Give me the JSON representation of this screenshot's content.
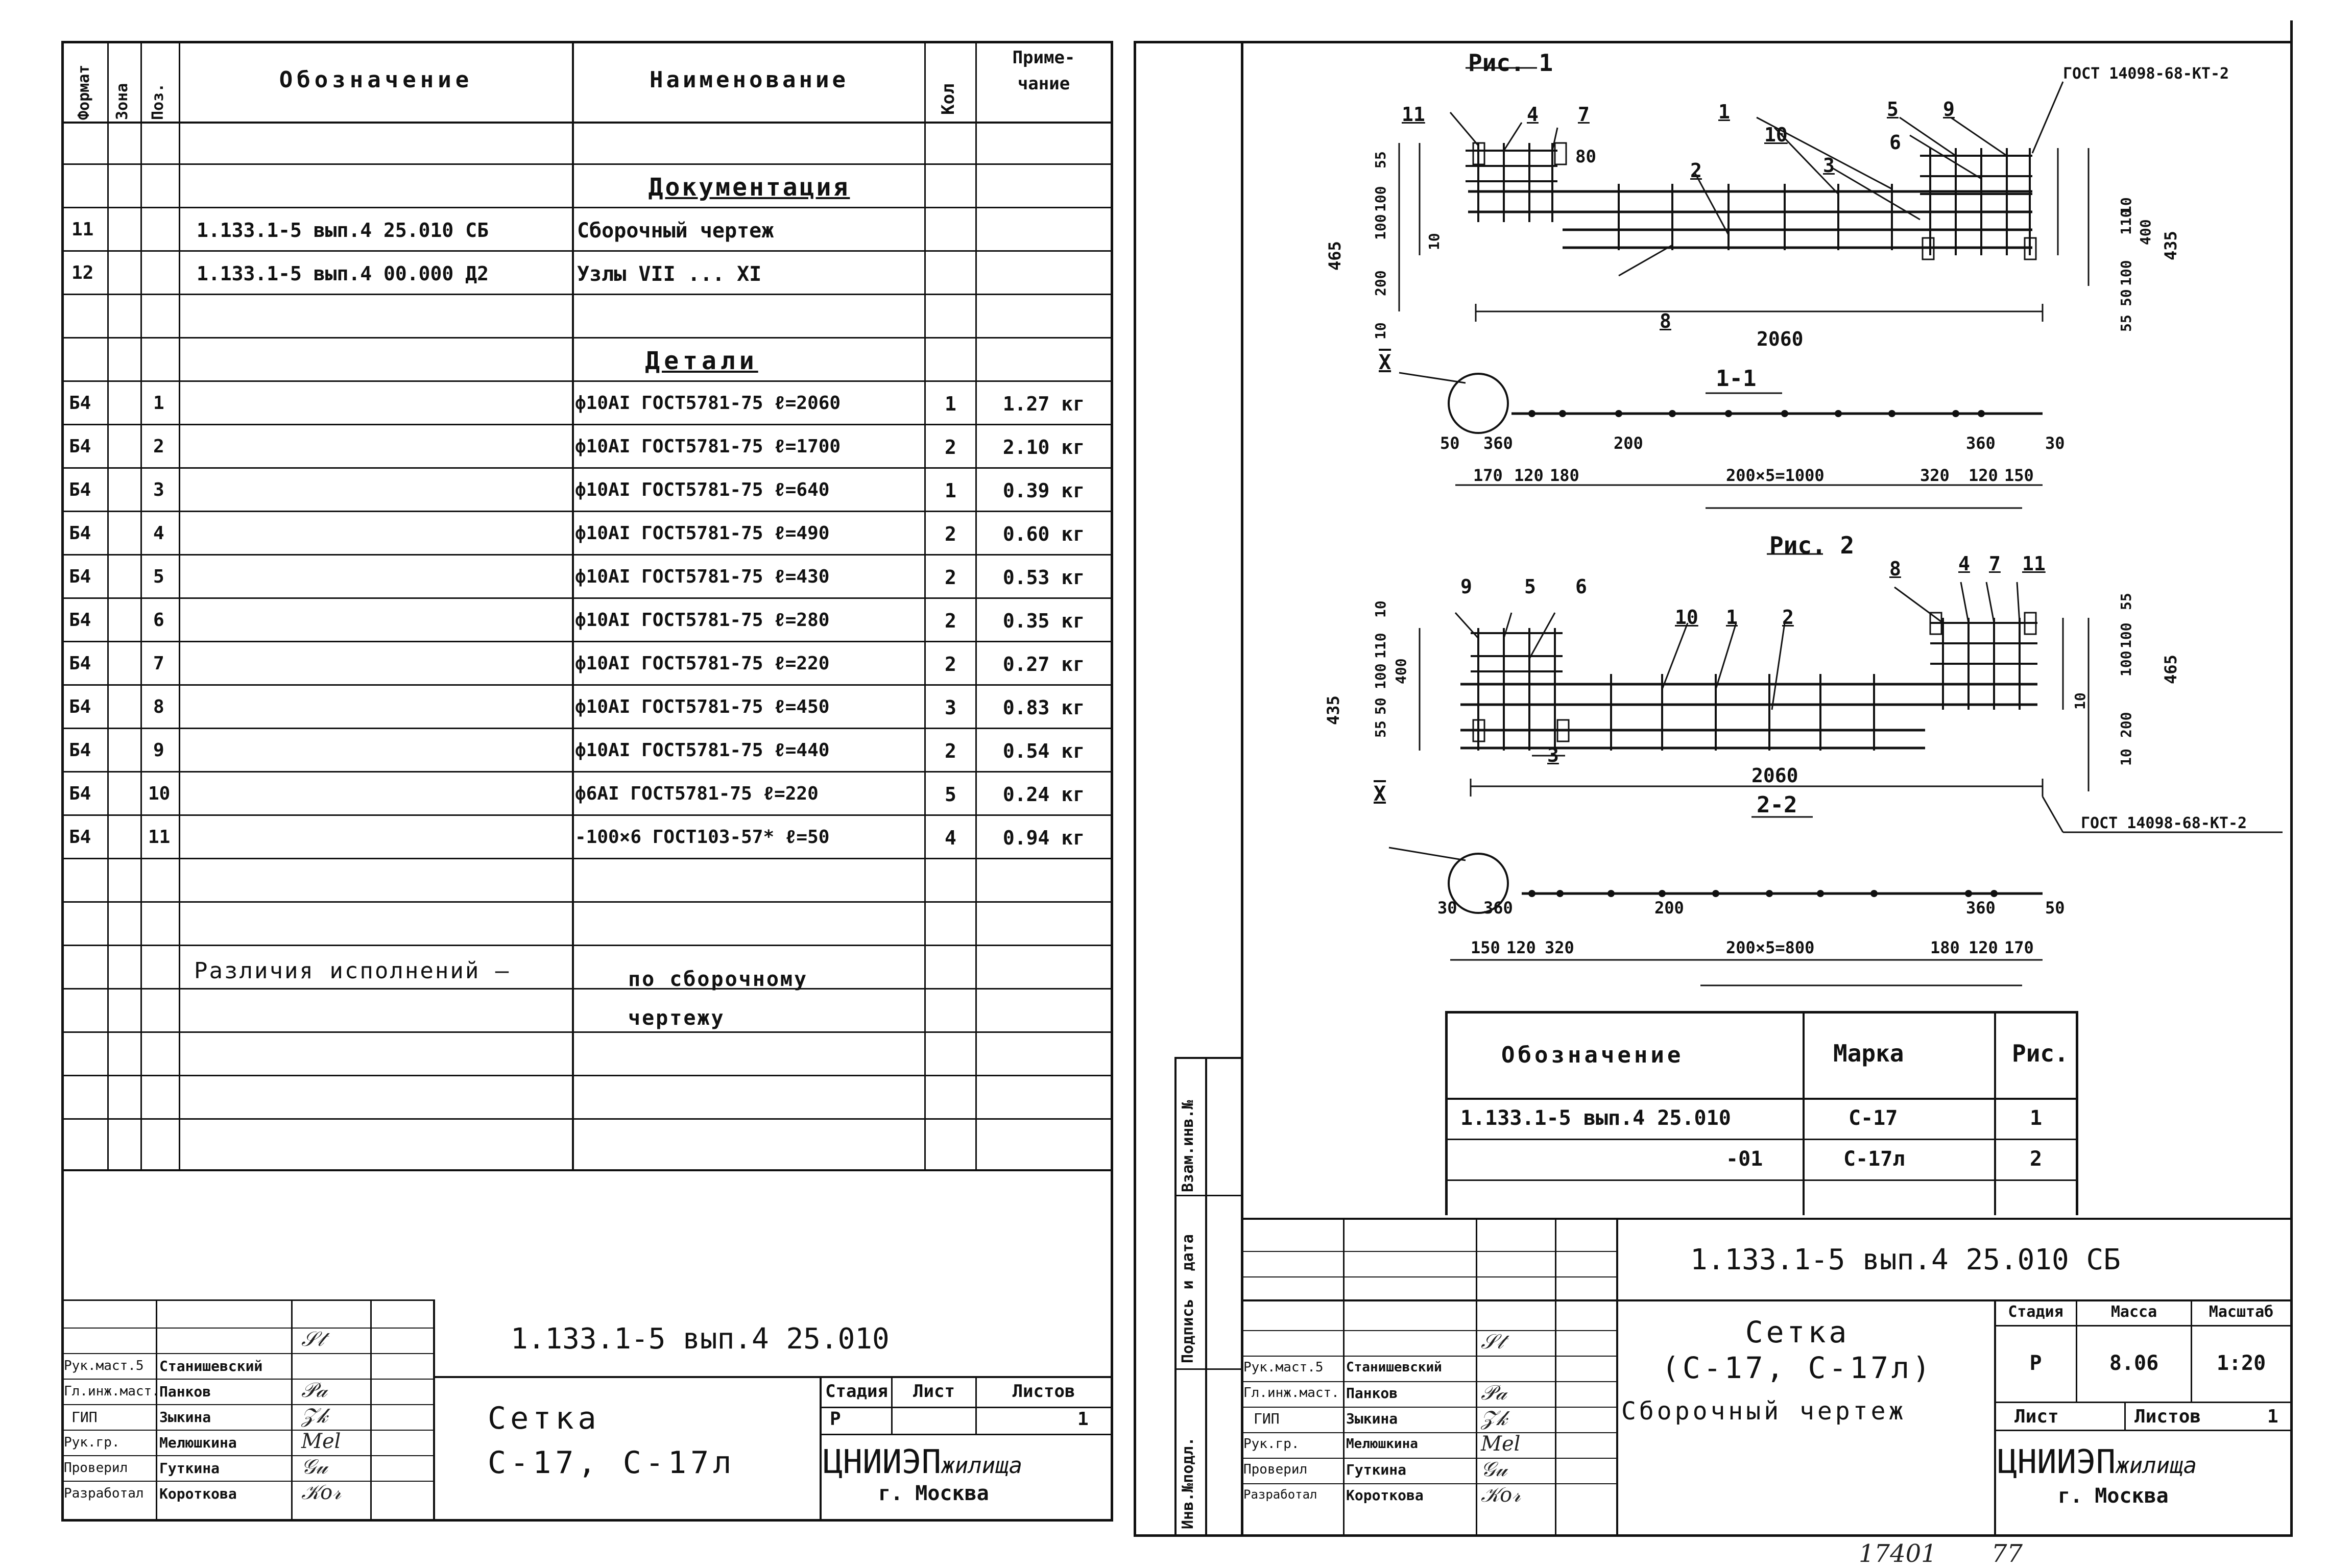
{
  "spec": {
    "headers": {
      "format": "Формат",
      "zone": "Зона",
      "pos": "Поз.",
      "designation": "Обозначение",
      "name": "Наименование",
      "qty": "Кол",
      "note": "Приме-\nчание"
    },
    "sections": {
      "documentation": "Документация",
      "details": "Детали"
    },
    "doc_rows": [
      {
        "format": "11",
        "designation": "1.133.1-5 вып.4 25.010 СБ",
        "name": "Сборочный чертеж"
      },
      {
        "format": "12",
        "designation": "1.133.1-5 вып.4 00.000 Д2",
        "name": "Узлы VII ... XI"
      }
    ],
    "detail_rows": [
      {
        "format": "Б4",
        "pos": "1",
        "name": "ф10AI ГОСТ5781-75 ℓ=2060",
        "qty": "1",
        "note": "1.27 кг"
      },
      {
        "format": "Б4",
        "pos": "2",
        "name": "ф10AI ГОСТ5781-75 ℓ=1700",
        "qty": "2",
        "note": "2.10 кг"
      },
      {
        "format": "Б4",
        "pos": "3",
        "name": "ф10AI ГОСТ5781-75 ℓ=640",
        "qty": "1",
        "note": "0.39 кг"
      },
      {
        "format": "Б4",
        "pos": "4",
        "name": "ф10AI ГОСТ5781-75 ℓ=490",
        "qty": "2",
        "note": "0.60 кг"
      },
      {
        "format": "Б4",
        "pos": "5",
        "name": "ф10AI ГОСТ5781-75 ℓ=430",
        "qty": "2",
        "note": "0.53 кг"
      },
      {
        "format": "Б4",
        "pos": "6",
        "name": "ф10AI ГОСТ5781-75 ℓ=280",
        "qty": "2",
        "note": "0.35 кг"
      },
      {
        "format": "Б4",
        "pos": "7",
        "name": "ф10AI ГОСТ5781-75 ℓ=220",
        "qty": "2",
        "note": "0.27 кг"
      },
      {
        "format": "Б4",
        "pos": "8",
        "name": "ф10AI ГОСТ5781-75 ℓ=450",
        "qty": "3",
        "note": "0.83 кг"
      },
      {
        "format": "Б4",
        "pos": "9",
        "name": "ф10AI ГОСТ5781-75 ℓ=440",
        "qty": "2",
        "note": "0.54 кг"
      },
      {
        "format": "Б4",
        "pos": "10",
        "name": "ф6AI ГОСТ5781-75 ℓ=220",
        "qty": "5",
        "note": "0.24 кг"
      },
      {
        "format": "Б4",
        "pos": "11",
        "name": "-100×6 ГОСТ103-57* ℓ=50",
        "qty": "4",
        "note": "0.94 кг"
      }
    ],
    "variants_label": "Различия исполнений —",
    "variants_value": "по сборочному\nчертежу"
  },
  "titleblock_left": {
    "code": "1.133.1-5 вып.4 25.010",
    "title": "Сетка\nС-17, С-17л",
    "stage_label": "Стадия",
    "sheet_label": "Лист",
    "sheets_label": "Листов",
    "stage": "Р",
    "sheets": "1",
    "org": "ЦНИИЭП",
    "org_suffix": "жилища",
    "city": "г. Москва",
    "people": [
      {
        "role": "Рук.маст.5",
        "name": "Станишевский"
      },
      {
        "role": "Гл.инж.маст.",
        "name": "Панков"
      },
      {
        "role": "ГИП",
        "name": "Зыкина"
      },
      {
        "role": "Рук.гр.",
        "name": "Мелюшкина"
      },
      {
        "role": "Проверил",
        "name": "Гуткина"
      },
      {
        "role": "Разработал",
        "name": "Короткова"
      }
    ]
  },
  "side_stamp": {
    "inv_orig": "Инв.№подл.",
    "sign_date": "Подпись и дата",
    "inv_dup": "Взам.инв.№"
  },
  "drawing": {
    "fig1_title": "Рис. 1",
    "fig2_title": "Рис. 2",
    "section1": "1-1",
    "section2": "2-2",
    "gost_note": "ГОСТ 14098-68-КТ-2",
    "node_label": "X",
    "fig1_overall": "2060",
    "fig2_overall": "2060",
    "fig1_dims_top": [
      "50",
      "360",
      "200",
      "360",
      "30"
    ],
    "fig1_dims_bottom": [
      "170",
      "120",
      "180",
      "200×5=1000",
      "320",
      "120",
      "150"
    ],
    "fig2_dims_top": [
      "30",
      "360",
      "200",
      "360",
      "50"
    ],
    "fig2_dims_bottom": [
      "150",
      "120",
      "320",
      "200×5=800",
      "180",
      "120",
      "170"
    ],
    "fig1_left_dims": [
      "465",
      "55",
      "100",
      "100",
      "10",
      "200",
      "10"
    ],
    "fig1_right_dims": [
      "10",
      "110",
      "400",
      "435",
      "55",
      "50",
      "100"
    ],
    "fig2_left_dims": [
      "435",
      "10",
      "110",
      "400",
      "50",
      "100",
      "55"
    ],
    "fig2_right_dims": [
      "55",
      "100",
      "100",
      "465",
      "10",
      "200",
      "10"
    ],
    "fig1_callouts": [
      "11",
      "4",
      "7",
      "80",
      "1",
      "10",
      "2",
      "3",
      "5",
      "6",
      "9",
      "8"
    ],
    "fig2_callouts": [
      "9",
      "5",
      "6",
      "10",
      "1",
      "2",
      "8",
      "4",
      "7",
      "11",
      "3"
    ]
  },
  "marks_table": {
    "headers": [
      "Обозначение",
      "Марка",
      "Рис."
    ],
    "rows": [
      {
        "designation": "1.133.1-5 вып.4 25.010",
        "mark": "С-17",
        "fig": "1"
      },
      {
        "designation": "-01",
        "mark": "С-17л",
        "fig": "2"
      }
    ]
  },
  "titleblock_right": {
    "code": "1.133.1-5 вып.4 25.010 СБ",
    "title": "Сетка\n(С-17, С-17л)",
    "subtitle": "Сборочный чертеж",
    "stage_label": "Стадия",
    "mass_label": "Масса",
    "scale_label": "Масштаб",
    "stage": "Р",
    "mass": "8.06",
    "scale": "1:20",
    "sheet_label": "Лист",
    "sheets_label": "Листов",
    "sheets": "1",
    "org": "ЦНИИЭП",
    "org_suffix": "жилища",
    "city": "г. Москва",
    "people": [
      {
        "role": "Рук.маст.5",
        "name": "Станишевский"
      },
      {
        "role": "Гл.инж.маст.",
        "name": "Панков"
      },
      {
        "role": "ГИП",
        "name": "Зыкина"
      },
      {
        "role": "Рук.гр.",
        "name": "Мелюшкина"
      },
      {
        "role": "Проверил",
        "name": "Гуткина"
      },
      {
        "role": "Разработал",
        "name": "Короткова"
      }
    ]
  },
  "footer": {
    "number": "17401",
    "page": "77"
  }
}
